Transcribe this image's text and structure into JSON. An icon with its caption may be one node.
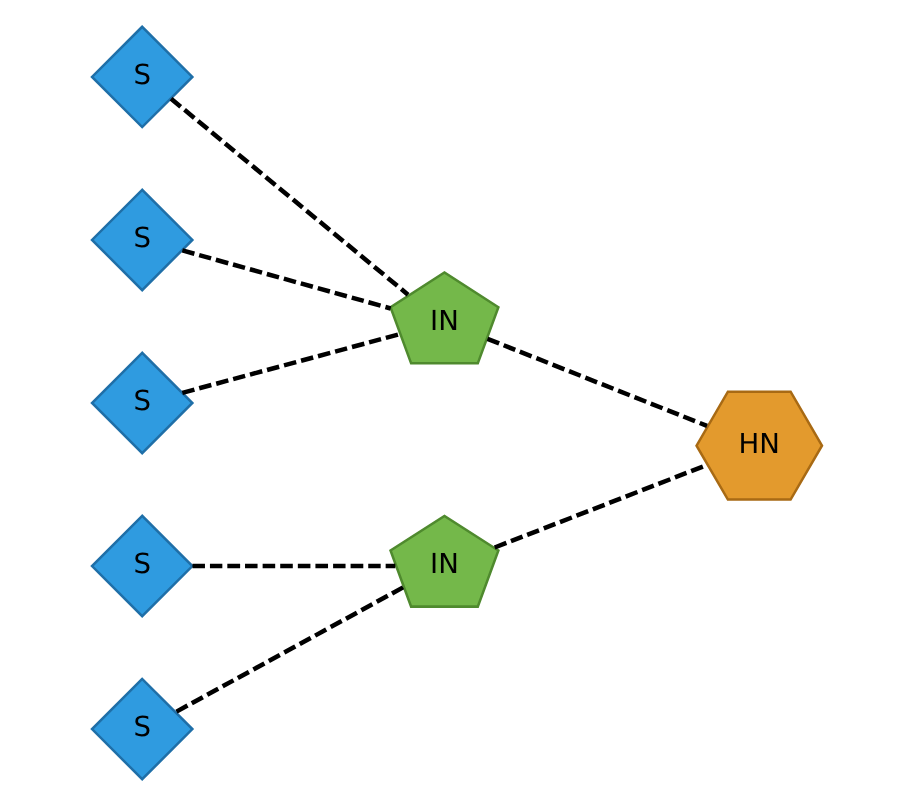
{
  "diagram": {
    "nodes": [
      {
        "text": [
          "S"
        ]
      },
      {
        "text": [
          "S"
        ]
      },
      {
        "text": [
          "IN"
        ]
      },
      {
        "text": [
          "S"
        ]
      },
      {
        "text": [
          "HN"
        ]
      },
      {
        "text": [
          "S"
        ]
      },
      {
        "text": [
          "IN"
        ]
      },
      {
        "text": [
          "S"
        ]
      }
    ],
    "edges": [
      {
        "from": 0,
        "to": 2,
        "arrow": "none",
        "style": "dashed"
      },
      {
        "from": 1,
        "to": 2,
        "arrow": "none",
        "style": "dashed"
      },
      {
        "from": 3,
        "to": 2,
        "arrow": "none",
        "style": "dashed"
      },
      {
        "from": 2,
        "to": 4,
        "arrow": "none",
        "style": "dashed"
      },
      {
        "from": 5,
        "to": 6,
        "arrow": "none",
        "style": "dashed"
      },
      {
        "from": 7,
        "to": 6,
        "arrow": "none",
        "style": "dashed"
      },
      {
        "from": 6,
        "to": 4,
        "arrow": "none",
        "style": "dashed"
      }
    ]
  }
}
